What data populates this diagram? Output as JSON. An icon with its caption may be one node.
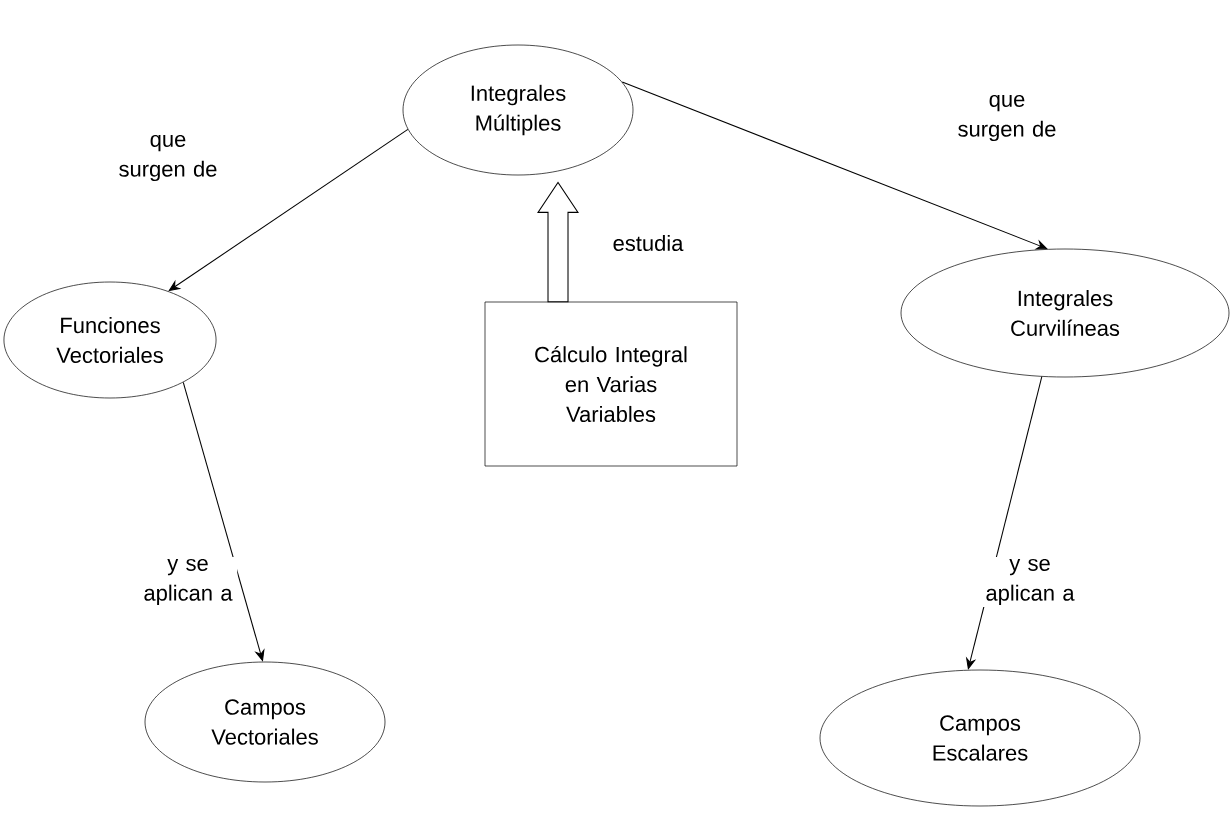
{
  "diagram": {
    "nodes": [
      {
        "text": [
          "Integrales Múltiples"
        ]
      },
      {
        "text": [
          "Funciones Vectoriales"
        ]
      },
      {
        "text": [
          "Cálculo Integral en Varias Variables"
        ]
      },
      {
        "text": [
          "Integrales Curvilíneas"
        ]
      },
      {
        "text": [
          "Campos Vectoriales"
        ]
      },
      {
        "text": [
          "Campos Escalares"
        ]
      }
    ],
    "edges": [
      {
        "from": 0,
        "to": 1,
        "arrow": "to",
        "label": "que surgen de"
      },
      {
        "from": 0,
        "to": 3,
        "arrow": "to",
        "label": "que surgen de"
      },
      {
        "from": 2,
        "to": 0,
        "arrow": "to",
        "label": "estudia",
        "style": "thick"
      },
      {
        "from": 1,
        "to": 4,
        "arrow": "to",
        "label": "y se aplican a"
      },
      {
        "from": 3,
        "to": 5,
        "arrow": "to",
        "label": "y se aplican a"
      }
    ]
  }
}
